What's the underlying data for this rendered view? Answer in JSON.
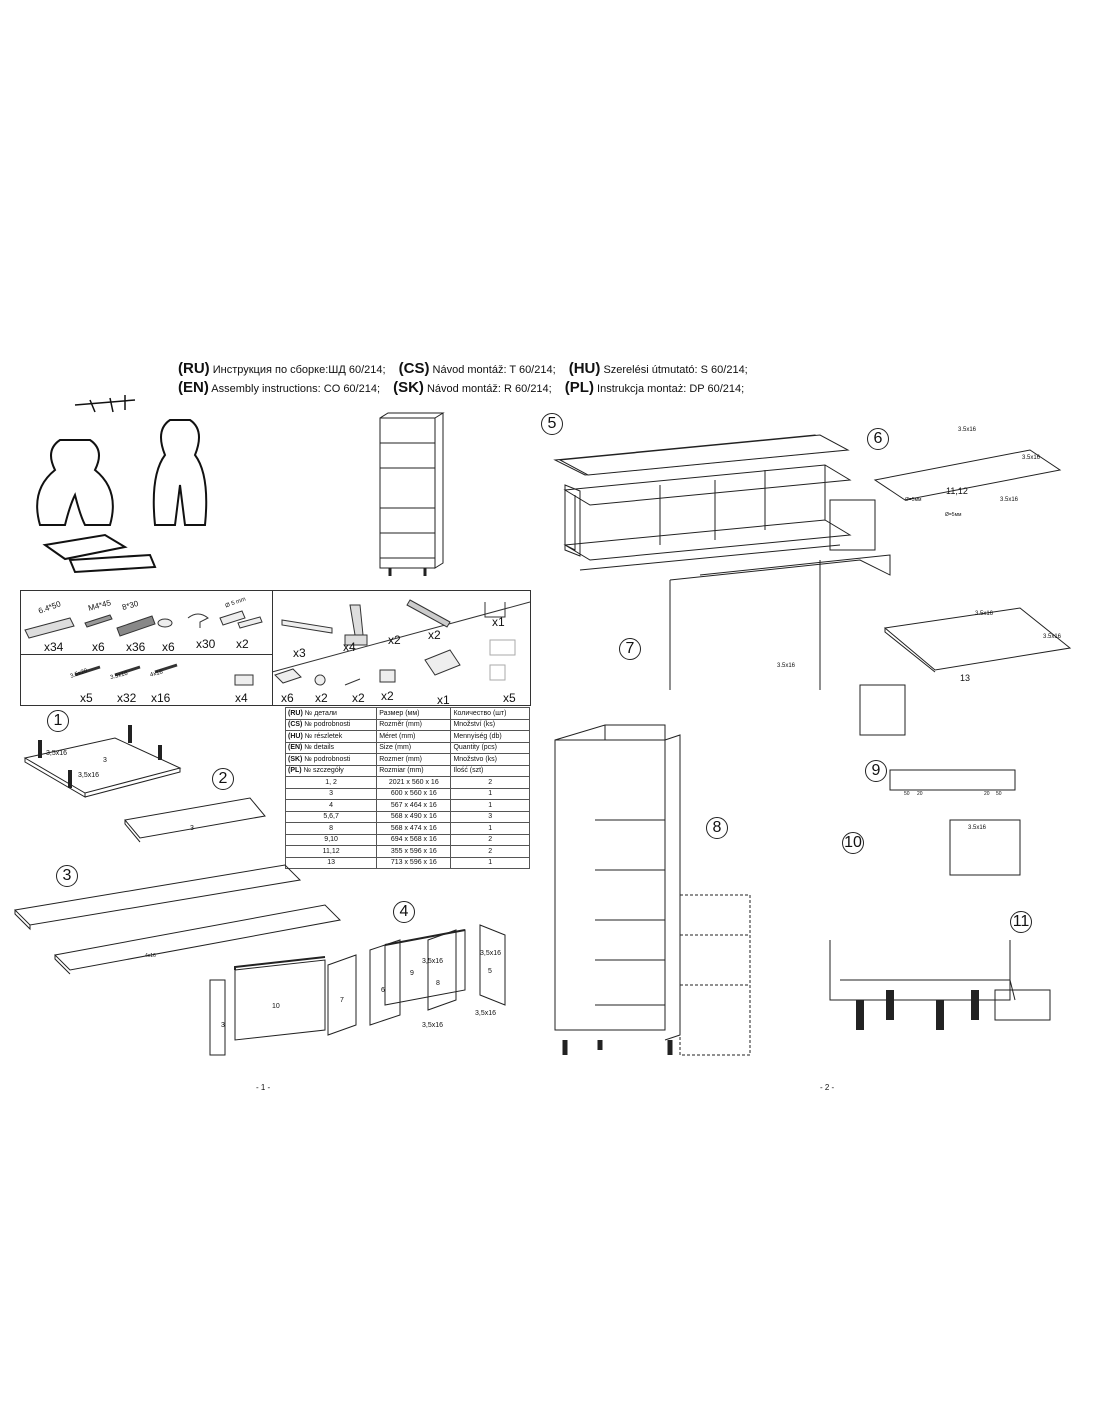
{
  "header": {
    "line1": [
      {
        "code": "(RU)",
        "text": "Инструкция по сборке:ШД 60/214;"
      },
      {
        "code": "(CS)",
        "text": "Návod montáž: T 60/214;"
      },
      {
        "code": "(HU)",
        "text": "Szerelési útmutató: S 60/214;"
      }
    ],
    "line2": [
      {
        "code": "(EN)",
        "text": "Assembly instructions: CO 60/214;"
      },
      {
        "code": "(SK)",
        "text": "Návod montáž: R 60/214;"
      },
      {
        "code": "(PL)",
        "text": "Instrukcja montaż: DP 60/214;"
      }
    ]
  },
  "hardware": {
    "top_left": [
      {
        "size": "6.4*50",
        "qty": "x34"
      },
      {
        "size": "M4*45",
        "qty": "x6"
      },
      {
        "size": "8*30",
        "qty": "x36"
      },
      {
        "size": "",
        "qty": "x6"
      },
      {
        "size": "",
        "qty": "x30"
      },
      {
        "size": "Ø 5 mm",
        "qty": "x2"
      }
    ],
    "bottom_left": [
      {
        "size": "3.5x20",
        "qty": "x5"
      },
      {
        "size": "3.5x16",
        "qty": "x32"
      },
      {
        "size": "4x16",
        "qty": "x16"
      },
      {
        "size": "",
        "qty": "x4"
      }
    ],
    "top_right": [
      "x3",
      "x4",
      "x2",
      "x2",
      "x1"
    ],
    "bottom_right": [
      "x6",
      "x2",
      "x2",
      "x2",
      "x1",
      "x5"
    ]
  },
  "table": {
    "header_rows": [
      [
        "(RU)",
        "№ детали",
        "Размер  (мм)",
        "Количество (шт)"
      ],
      [
        "(CS)",
        "№ podrobnosti",
        "Rozměr (mm)",
        "Množství (ks)"
      ],
      [
        "(HU)",
        "№ részletek",
        "Méret (mm)",
        "Mennyiség (db)"
      ],
      [
        "(EN)",
        "№ details",
        "Size (mm)",
        "Quantity  (pcs)"
      ],
      [
        "(SK)",
        "№ podrobnosti",
        "Rozmer (mm)",
        "Množstvo (ks)"
      ],
      [
        "(PL)",
        "№ szczegóły",
        "Rozmiar (mm)",
        "Ilość (szt)"
      ]
    ],
    "rows": [
      [
        "1, 2",
        "2021 x 560 x 16",
        "2"
      ],
      [
        "3",
        "600 x 560 x 16",
        "1"
      ],
      [
        "4",
        "567 x 464 x 16",
        "1"
      ],
      [
        "5,6,7",
        "568 x 490 x 16",
        "3"
      ],
      [
        "8",
        "568 x 474 x 16",
        "1"
      ],
      [
        "9,10",
        "694 x 568 x 16",
        "2"
      ],
      [
        "11,12",
        "355 x 596 x 16",
        "2"
      ],
      [
        "13",
        "713 x 596 x 16",
        "1"
      ]
    ]
  },
  "steps": [
    "1",
    "2",
    "3",
    "4",
    "5",
    "6",
    "7",
    "8",
    "9",
    "10",
    "11"
  ],
  "labels": {
    "screw": "3,5x16",
    "screw2": "3.5x16",
    "screw3": "4x16",
    "p3": "3",
    "p10": "10",
    "p7": "7",
    "p6": "6",
    "p9": "9",
    "p8": "8",
    "p5": "5",
    "p1112": "11,12",
    "p13": "13",
    "dia": "Ø=5мм",
    "d50": "50",
    "d20": "20"
  },
  "pages": {
    "left": "- 1 -",
    "right": "- 2 -"
  }
}
